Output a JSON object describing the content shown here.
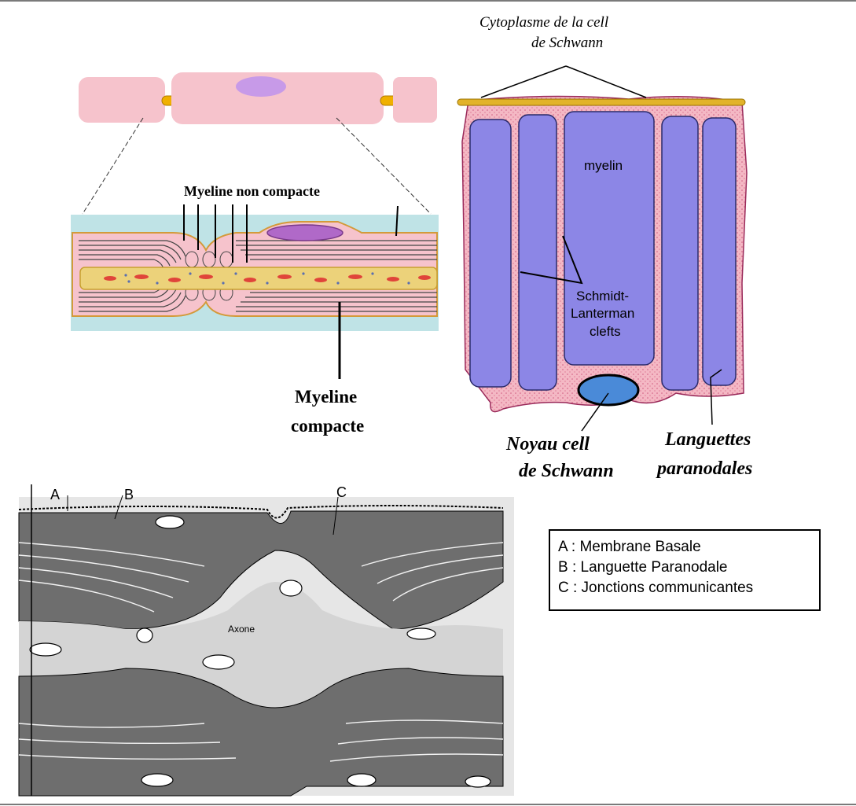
{
  "labels": {
    "myeline_non_compacte": "Myeline non compacte",
    "myeline_compacte_line1": "Myeline",
    "myeline_compacte_line2": "compacte",
    "cytoplasme_line1": "Cytoplasme de la cell",
    "cytoplasme_line2": "de Schwann",
    "myelin": "myelin",
    "schmidt_line1": "Schmidt-",
    "schmidt_line2": "Lanterman",
    "schmidt_line3": "clefts",
    "noyau_line1": "Noyau cell",
    "noyau_line2": "de Schwann",
    "languettes_line1": "Languettes",
    "languettes_line2": "paranodales",
    "axone": "Axone",
    "letter_a": "A",
    "letter_b": "B",
    "letter_c": "C"
  },
  "legend": [
    "A : Membrane Basale",
    "B : Languette Paranodale",
    "C : Jonctions communicantes"
  ],
  "colors": {
    "schwann_cytoplasm": "#f4b8c4",
    "myelin_blue": "#8c86e6",
    "axon_yellow": "#e8c86a",
    "nucleus_purple": "#c77dd8",
    "bg_cyan": "#bfe3e6",
    "myelin_gray": "#6e6e6e",
    "axon_gray": "#d4d4d4"
  }
}
